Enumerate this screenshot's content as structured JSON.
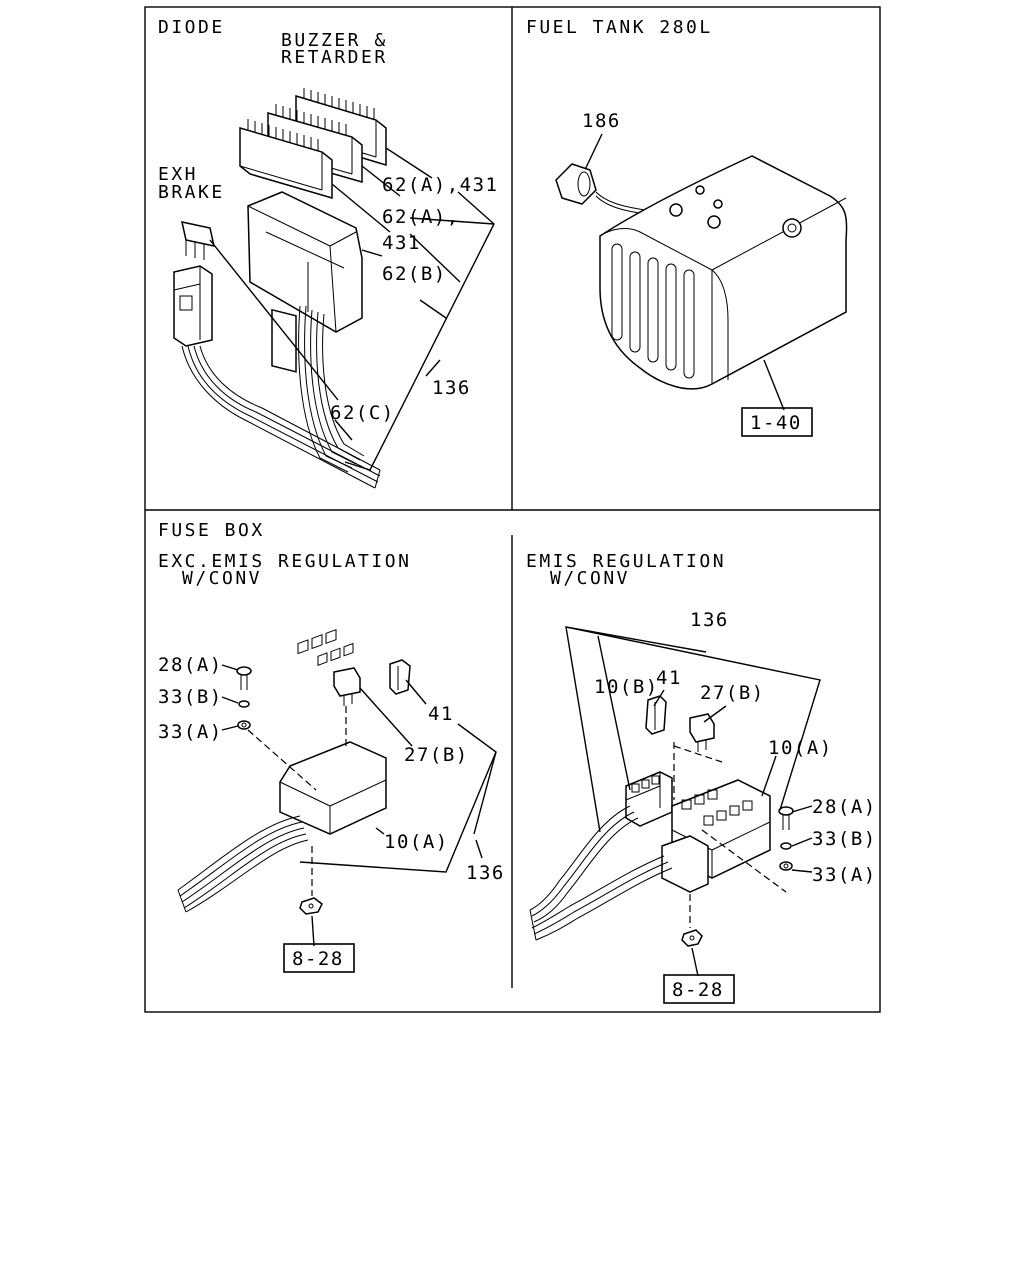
{
  "panels": {
    "diode": {
      "section_title": "DIODE",
      "buzzer_label_line1": "BUZZER &",
      "buzzer_label_line2": "RETARDER",
      "exh_label_line1": "EXH",
      "exh_label_line2": "BRAKE",
      "callouts": [
        "62(A),431",
        "62(A),",
        "431",
        "62(B)",
        "136",
        "62(C)"
      ]
    },
    "fuel_tank": {
      "section_title": "FUEL TANK 280L",
      "callouts": [
        "186"
      ],
      "reference": "1-40"
    },
    "fuse_box_exc": {
      "section_title": "FUSE BOX",
      "subtitle_line1": "EXC.EMIS REGULATION",
      "subtitle_line2": "W/CONV",
      "callouts": [
        "28(A)",
        "33(B)",
        "33(A)",
        "41",
        "27(B)",
        "10(A)",
        "136"
      ],
      "reference": "8-28"
    },
    "fuse_box_emis": {
      "subtitle_line1": "EMIS REGULATION",
      "subtitle_line2": "W/CONV",
      "callouts": [
        "136",
        "10(B)",
        "41",
        "27(B)",
        "10(A)",
        "28(A)",
        "33(B)",
        "33(A)"
      ],
      "reference": "8-28"
    }
  }
}
